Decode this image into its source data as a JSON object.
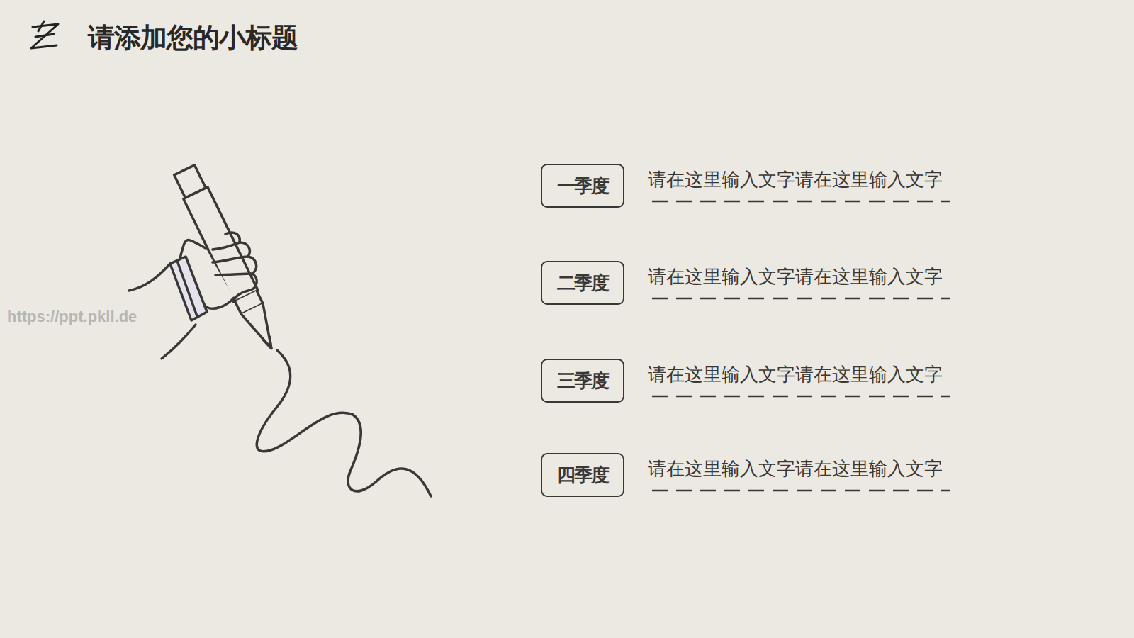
{
  "diagram": {
    "title": "请添加您的小标题",
    "nodes": [
      {
        "text": [
          "一季度"
        ]
      },
      {
        "text": [
          "二季度"
        ]
      },
      {
        "text": [
          "三季度"
        ]
      },
      {
        "text": [
          "四季度"
        ]
      }
    ],
    "labels": [
      "https://ppt.pkll.de",
      "请在这里输入文字请在这里输入文字",
      "请在这里输入文字请在这里输入文字",
      "请在这里输入文字请在这里输入文字",
      "请在这里输入文字请在这里输入文字"
    ]
  }
}
